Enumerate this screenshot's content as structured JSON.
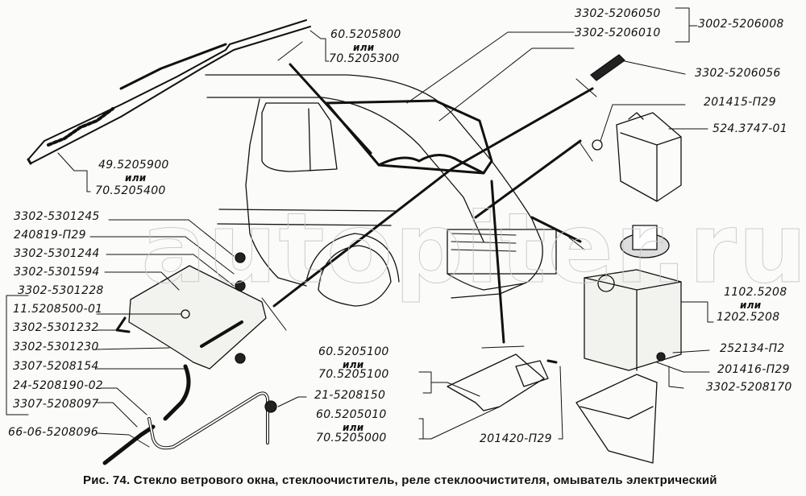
{
  "watermark": "autopiter.ru",
  "caption": "Рис. 74. Стекло ветрового окна, стеклоочиститель, реле стеклоочистителя, омыватель электрический",
  "ili": "или",
  "labels": {
    "wiper_arm_a": "60.5205800",
    "wiper_arm_b": "70.5205300",
    "blade_a": "49.5205900",
    "blade_b": "70.5205400",
    "windshield_frame": "3302-5206050",
    "windshield_glass": "3302-5206010",
    "windshield_assembly": "3002-5206008",
    "seal": "3302-5206056",
    "relay_bolt": "201415-П29",
    "relay": "524.3747-01",
    "p1": "3302-5301245",
    "p2": "240819-П29",
    "p3": "3302-5301244",
    "p4": "3302-5301594",
    "p5": "3302-5301228",
    "p6": "11.5208500-01",
    "p7": "3302-5301232",
    "p8": "3302-5301230",
    "p9": "3307-5208154",
    "p10": "24-5208190-02",
    "p11": "3307-5208097",
    "p12": "66-06-5208096",
    "linkage_a": "60.5205100",
    "linkage_b": "70.5205100",
    "grommet": "21-5208150",
    "motor_a": "60.5205010",
    "motor_b": "70.5205000",
    "motor_bolt": "201420-П29",
    "washer_a": "1102.5208",
    "washer_b": "1202.5208",
    "washer_nut": "252134-П2",
    "washer_bolt": "201416-П29",
    "washer_bracket": "3302-5208170"
  }
}
